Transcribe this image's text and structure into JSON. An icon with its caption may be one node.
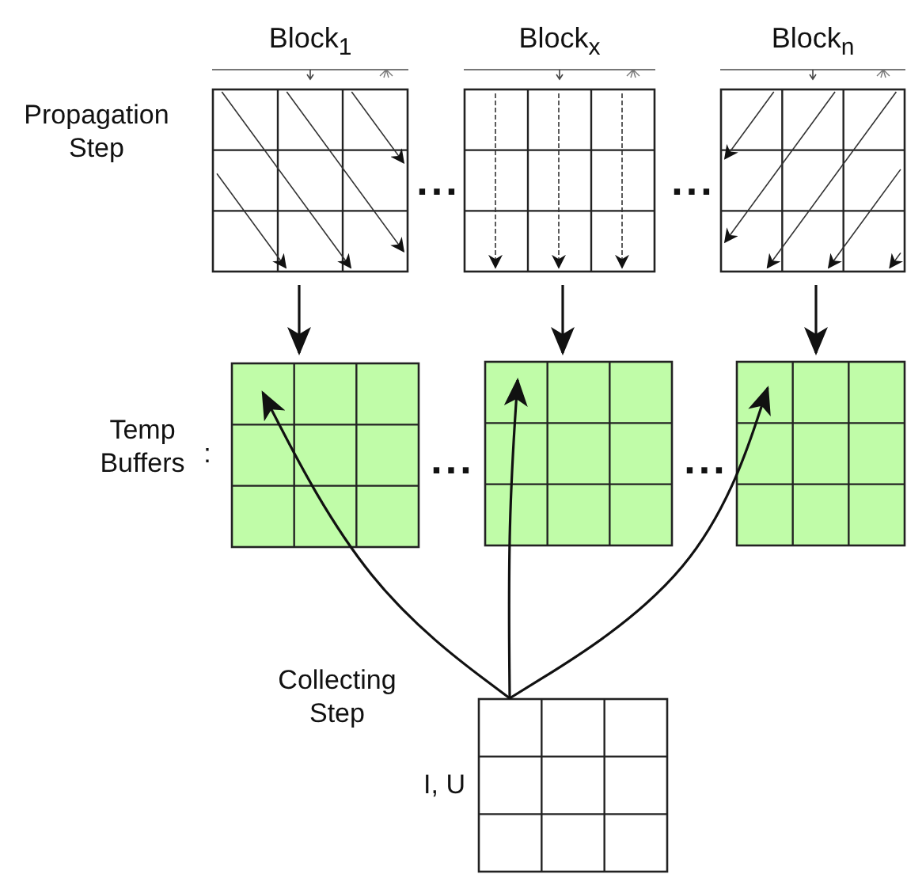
{
  "diagram": {
    "nodes": [
      {
        "text": [
          "Block$_{1}$"
        ]
      },
      {
        "text": [
          "Block$_{x}$"
        ]
      },
      {
        "text": [
          "Block$_{n}$"
        ]
      },
      {
        "text": [],
        "shape": "box"
      },
      {
        "text": [],
        "shape": "box"
      },
      {
        "text": [],
        "shape": "box"
      },
      {
        "text": [],
        "shape": "box",
        "beside": [
          "I, U"
        ]
      }
    ],
    "edges": [
      {
        "from": 0,
        "to": 3,
        "arrow": "to"
      },
      {
        "from": 1,
        "to": 4,
        "arrow": "to"
      },
      {
        "from": 2,
        "to": 5,
        "arrow": "to"
      },
      {
        "from": 6,
        "to": 3,
        "arrow": "to"
      },
      {
        "from": 6,
        "to": 4,
        "arrow": "to"
      },
      {
        "from": 6,
        "to": 5,
        "arrow": "to"
      }
    ],
    "labels": [
      "Propagation Step",
      "...",
      "...",
      "Temp Buffers",
      ":",
      "...",
      "...",
      "Collecting Step"
    ]
  }
}
